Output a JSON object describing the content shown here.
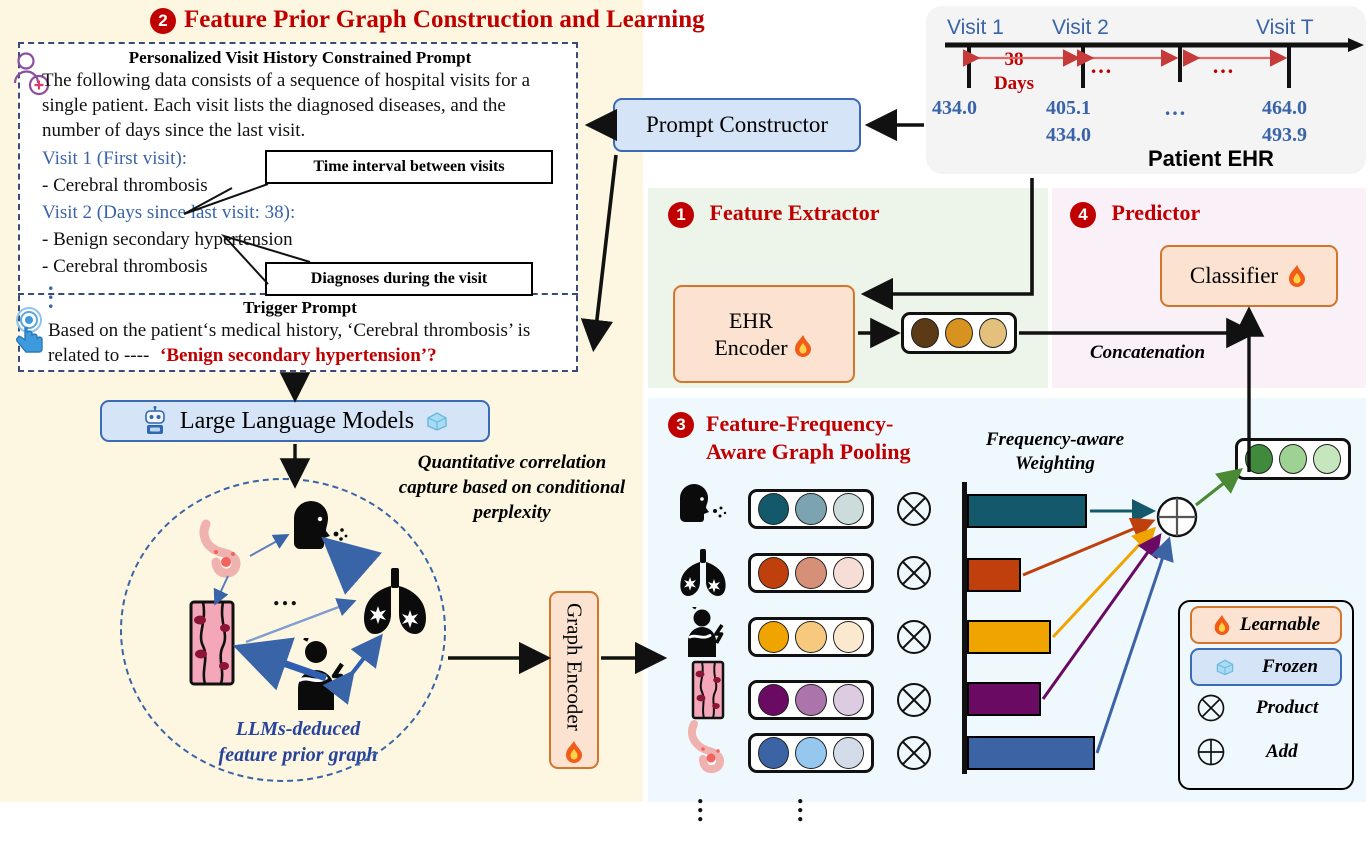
{
  "sections": {
    "prior_graph": {
      "number": "2",
      "title": "Feature Prior Graph Construction and Learning"
    },
    "feature_extractor": {
      "number": "1",
      "title": "Feature Extractor"
    },
    "predictor": {
      "number": "4",
      "title": "Predictor"
    },
    "pooling": {
      "number": "3",
      "title": "Feature-Frequency-\nAware Graph Pooling"
    }
  },
  "prompt": {
    "title": "Personalized Visit History Constrained Prompt",
    "body": "The following data consists of a sequence of hospital visits for a single patient. Each visit lists the diagnosed diseases, and the number of days since the last visit.",
    "visit1_label": "Visit 1 (First visit):",
    "visit1_diag": "- Cerebral thrombosis",
    "visit2_label": "Visit 2 (Days since last visit: 38):",
    "visit2_diag1": "- Benign secondary hypertension",
    "visit2_diag2": "- Cerebral thrombosis",
    "ellipsis": "⋮",
    "callout_time": "Time interval between visits",
    "callout_diagnoses": "Diagnoses during the visit"
  },
  "trigger": {
    "title": "Trigger Prompt",
    "body_part1": "Based on the patient‘s medical history, ‘Cerebral thrombosis’ is related to ----",
    "body_highlight": "‘Benign secondary hypertension’?"
  },
  "boxes": {
    "prompt_constructor": "Prompt Constructor",
    "llm": "Large Language Models",
    "ehr_encoder": "EHR\nEncoder",
    "classifier": "Classifier",
    "graph_encoder": "Graph Encoder"
  },
  "annotations": {
    "quantitative": "Quantitative correlation capture based on conditional perplexity",
    "graph_caption": "LLMs-deduced\nfeature prior graph",
    "concatenation": "Concatenation",
    "frequency_weighting": "Frequency-aware\nWeighting"
  },
  "ehr": {
    "caption": "Patient EHR",
    "visits": [
      {
        "label": "Visit 1",
        "values": [
          "434.0"
        ]
      },
      {
        "label": "Visit 2",
        "values": [
          "405.1",
          "434.0"
        ]
      },
      {
        "label": "",
        "values": [
          "…"
        ]
      },
      {
        "label": "Visit T",
        "values": [
          "464.0",
          "493.9"
        ]
      }
    ],
    "interval_label": "38\nDays",
    "interval_ellipsis": "…"
  },
  "legend": {
    "items": [
      {
        "icon": "flame-icon",
        "label": "Learnable",
        "style": "orange"
      },
      {
        "icon": "ice-icon",
        "label": "Frozen",
        "style": "blue"
      },
      {
        "icon": "circle-cross-icon",
        "label": "Product",
        "style": "plain"
      },
      {
        "icon": "circle-plus-icon",
        "label": "Add",
        "style": "plain"
      }
    ]
  },
  "chart_data": {
    "type": "bar",
    "title": "Frequency-aware Weighting",
    "orientation": "horizontal",
    "categories": [
      "cough",
      "lungs",
      "chest-pain",
      "blood-vessel",
      "stomach"
    ],
    "values": [
      120,
      54,
      84,
      74,
      128
    ],
    "colors": [
      "#14596b",
      "#c0400d",
      "#f0a400",
      "#5f0a5a",
      "#3c63a4"
    ],
    "xlabel": "",
    "ylabel": "",
    "grid": false,
    "legend": "none"
  },
  "vectors": {
    "ehr_feature": {
      "name": "ehr-feature-vector",
      "colors": [
        "#5c3a16",
        "#d79220",
        "#e3c07c"
      ]
    },
    "graph_output": {
      "name": "graph-output-vector",
      "colors": [
        "#3f8a3c",
        "#9ed293",
        "#c6e6bd"
      ]
    },
    "rows": [
      {
        "icon": "cough-icon",
        "colors": [
          "#14596b",
          "#7ba3b0",
          "#ccdcdd"
        ]
      },
      {
        "icon": "lungs-icon",
        "colors": [
          "#c0400d",
          "#d79078",
          "#f6ddd6"
        ]
      },
      {
        "icon": "chest-pain-icon",
        "colors": [
          "#f0a400",
          "#f6c97e",
          "#fbe9cf"
        ]
      },
      {
        "icon": "blood-vessel-icon",
        "colors": [
          "#6b0a63",
          "#ab75ab",
          "#ddcbe2"
        ]
      },
      {
        "icon": "stomach-icon",
        "colors": [
          "#3c63a4",
          "#96c7ee",
          "#d3dce8"
        ]
      }
    ],
    "operator": "⊗",
    "ellipsis": "⋮"
  },
  "graph_nodes": [
    "stomach-icon",
    "cough-icon",
    "lungs-icon",
    "blood-vessel-icon",
    "chest-pain-icon"
  ],
  "graph_ellipsis": "…",
  "colors": {
    "accent_red": "#c00000",
    "panel_prior": "#fdf6e0",
    "panel_feature": "#edf4e9",
    "panel_predictor": "#f9f0f8",
    "panel_pooling": "#eff8fc",
    "blue_box": "#d6e4f7",
    "orange_box": "#fce2d0",
    "link_blue": "#3a64a8"
  }
}
